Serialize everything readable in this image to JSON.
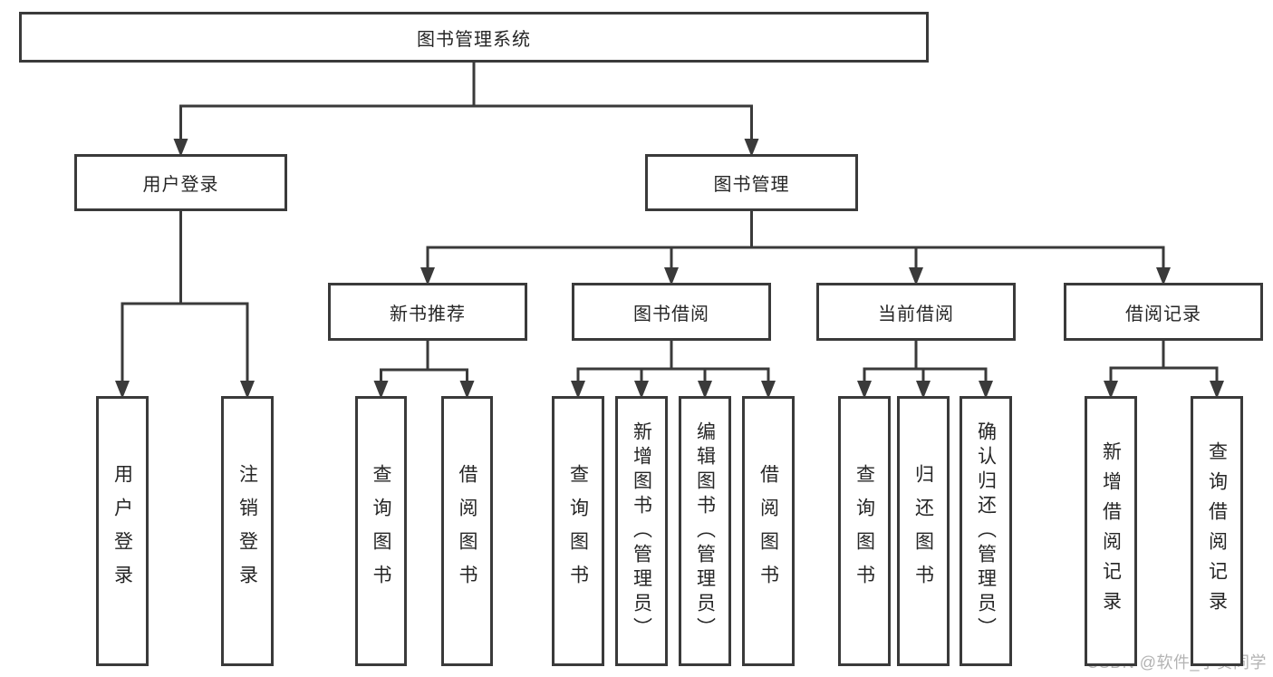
{
  "diagram": {
    "kind": "functional-structure-tree",
    "root_label": "图书管理系统",
    "watermark": "CSDN @软件_小贺同学",
    "colors": {
      "line": "#3a3a3a",
      "box_border": "#3a3a3a",
      "box_fill": "#ffffff",
      "text": "#262626",
      "watermark": "#b3b3b3",
      "background": "#ffffff"
    },
    "nodes": [
      {
        "id": "root",
        "label": "图书管理系统",
        "parent": null
      },
      {
        "id": "user-login",
        "label": "用户登录",
        "parent": "root"
      },
      {
        "id": "book-mgmt",
        "label": "图书管理",
        "parent": "root"
      },
      {
        "id": "login",
        "label": "用户登录",
        "parent": "user-login"
      },
      {
        "id": "logout",
        "label": "注销登录",
        "parent": "user-login"
      },
      {
        "id": "new-book-rec",
        "label": "新书推荐",
        "parent": "book-mgmt"
      },
      {
        "id": "book-borrow",
        "label": "图书借阅",
        "parent": "book-mgmt"
      },
      {
        "id": "current-borrow",
        "label": "当前借阅",
        "parent": "book-mgmt"
      },
      {
        "id": "borrow-records",
        "label": "借阅记录",
        "parent": "book-mgmt"
      },
      {
        "id": "rec-query-book",
        "label": "查询图书",
        "parent": "new-book-rec"
      },
      {
        "id": "rec-borrow-book",
        "label": "借阅图书",
        "parent": "new-book-rec"
      },
      {
        "id": "bb-query-book",
        "label": "查询图书",
        "parent": "book-borrow"
      },
      {
        "id": "bb-add-book",
        "label": "新增图书（管理员）",
        "parent": "book-borrow"
      },
      {
        "id": "bb-edit-book",
        "label": "编辑图书（管理员）",
        "parent": "book-borrow"
      },
      {
        "id": "bb-borrow-book",
        "label": "借阅图书",
        "parent": "book-borrow"
      },
      {
        "id": "cb-query-book",
        "label": "查询图书",
        "parent": "current-borrow"
      },
      {
        "id": "cb-return-book",
        "label": "归还图书",
        "parent": "current-borrow"
      },
      {
        "id": "cb-confirm-return",
        "label": "确认归还（管理员）",
        "parent": "current-borrow"
      },
      {
        "id": "br-add-record",
        "label": "新增借阅记录",
        "parent": "borrow-records"
      },
      {
        "id": "br-query-record",
        "label": "查询借阅记录",
        "parent": "borrow-records"
      }
    ]
  }
}
